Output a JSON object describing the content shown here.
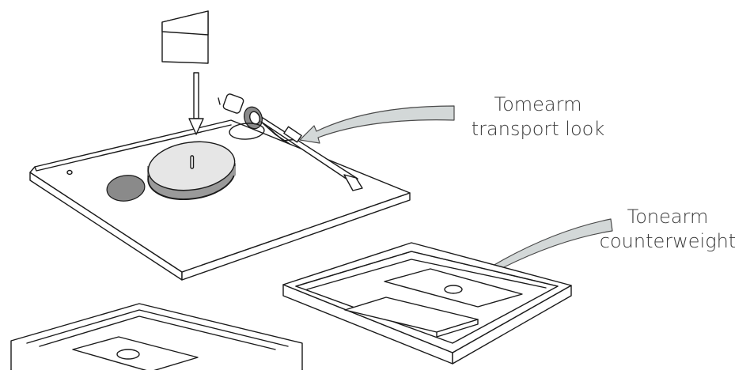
{
  "labels": {
    "tonearm_transport_lock": {
      "line1": "Tomearm",
      "line2": "transport look"
    },
    "tonearm_counterweight": {
      "line1": "Tonearm",
      "line2": "counterweight"
    }
  },
  "colors": {
    "outline": "#1a1a1a",
    "platter": "#e6e6e6",
    "platter_edge": "#9a9a9a",
    "felt_pad": "#8a8a8a",
    "callout_arrow": "#d3d8d8",
    "label_text": "#3a3a3a"
  }
}
